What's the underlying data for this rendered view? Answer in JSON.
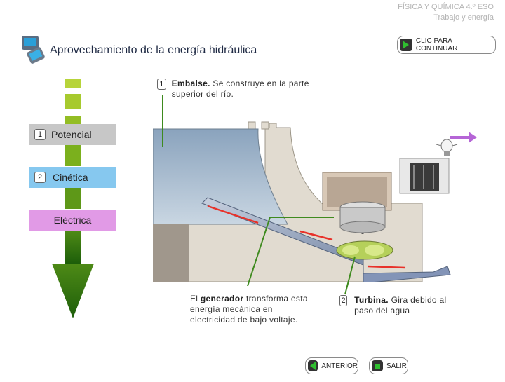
{
  "header": {
    "course": "FÍSICA Y QUÍMICA 4.º ESO",
    "topic": "Trabajo y energía"
  },
  "page": {
    "title": "Aprovechamiento de la energía hidráulica"
  },
  "buttons": {
    "continue": "CLIC PARA CONTINUAR",
    "previous": "ANTERIOR",
    "exit": "SALIR"
  },
  "energy_levels": [
    {
      "number": "1",
      "label": "Potencial",
      "color": "#c7c7c7"
    },
    {
      "number": "2",
      "label": "Cinética",
      "color": "#86c8ef"
    },
    {
      "number": "",
      "label": "Eléctrica",
      "color": "#e19ae6"
    }
  ],
  "annotations": {
    "reservoir": {
      "number": "1",
      "title": "Embalse.",
      "text": "Se construye en la parte superior del río."
    },
    "generator": {
      "pre": "El ",
      "title": "generador",
      "text": "transforma esta energía mecánica en electricidad de bajo voltaje."
    },
    "turbine": {
      "number": "2",
      "title": "Turbina.",
      "text": "Gira debido al paso del agua"
    }
  },
  "colors": {
    "accent_green": "#3e8a1e",
    "arrow_magenta": "#b565d6",
    "water": "#a9bed2",
    "dam": "#e1dbd0"
  },
  "icons": [
    "app-logo-icon",
    "play-right-icon",
    "play-left-icon",
    "stop-icon",
    "light-bulb-icon",
    "transformer-icon",
    "generator-icon",
    "turbine-icon",
    "arrow-right-icon"
  ]
}
